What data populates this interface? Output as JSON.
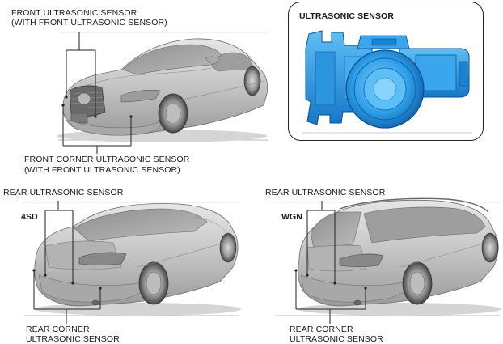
{
  "labels": {
    "front_ultrasonic_line1": "FRONT ULTRASONIC SENSOR",
    "front_ultrasonic_line2": "(WITH FRONT ULTRASONIC SENSOR)",
    "front_corner_line1": "FRONT CORNER ULTRASONIC SENSOR",
    "front_corner_line2": "(WITH FRONT ULTRASONIC SENSOR)",
    "inset_title": "ULTRASONIC SENSOR",
    "rear_ultrasonic_4sd": "REAR ULTRASONIC SENSOR",
    "badge_4sd": "4SD",
    "rear_corner_4sd_line1": "REAR CORNER",
    "rear_corner_4sd_line2": "ULTRASONIC SENSOR",
    "rear_ultrasonic_wgn": "REAR ULTRASONIC SENSOR",
    "badge_wgn": "WGN",
    "rear_corner_wgn_line1": "REAR CORNER",
    "rear_corner_wgn_line2": "ULTRASONIC SENSOR"
  },
  "colors": {
    "sensor_blue": "#1e8fe0",
    "sensor_blue_dark": "#0d5fa8",
    "sensor_blue_light": "#6cc4f5",
    "car_body": "#c9c9c9",
    "car_shadow": "#8a8a8a",
    "leader_line": "#222222"
  },
  "icons": {
    "front_car": "sedan-front-view-illustration",
    "sensor": "ultrasonic-sensor-illustration",
    "rear_sedan": "sedan-rear-view-illustration",
    "rear_wagon": "wagon-rear-view-illustration"
  }
}
